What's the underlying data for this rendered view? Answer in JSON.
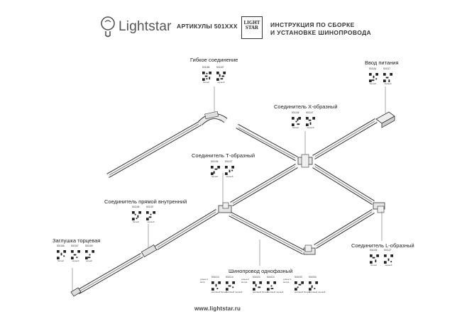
{
  "header": {
    "brand": "Lightstar",
    "articles": "АРТИКУЛЫ 501XXX",
    "ls_logo": "LIGHT STAR",
    "title_line1": "ИНСТРУКЦИЯ ПО СБОРКЕ",
    "title_line2": "И УСТАНОВКЕ ШИНОПРОВОДА"
  },
  "components": {
    "flexible": {
      "title": "Гибкое соединение",
      "codes": [
        "501156",
        "501157"
      ],
      "colors": [
        "белый",
        "черный"
      ]
    },
    "power": {
      "title": "Ввод питания",
      "codes": [
        "501116",
        "501117"
      ],
      "colors": [
        "белый",
        "черный"
      ]
    },
    "x_connector": {
      "title": "Соединитель X-образный",
      "codes": [
        "501146",
        "501147"
      ],
      "colors": [
        "белый",
        "черный"
      ]
    },
    "t_connector": {
      "title": "Соединитель Т-образный",
      "codes": [
        "501136",
        "501137"
      ],
      "colors": [
        "белый",
        "черный"
      ]
    },
    "straight": {
      "title": "Соединитель прямой внутренний",
      "codes": [
        "501106",
        "501107"
      ],
      "colors": [
        "белый",
        "черный"
      ]
    },
    "endcap": {
      "title": "Заглушка торцевая",
      "codes": [
        "502166",
        "502167",
        "502169"
      ],
      "colors": [
        "белый",
        "черный",
        "серый"
      ]
    },
    "l_connector": {
      "title": "Соединитель L-образный",
      "codes": [
        "501126",
        "501127"
      ],
      "colors": [
        "белый",
        "черный"
      ]
    },
    "track": {
      "title": "Шинопровод однофазный",
      "length_label": "длина 1 метр",
      "length_label2": "длина 2 метра",
      "length_label3": "длина 3 метра",
      "groups": [
        {
          "codes": [
            "501013",
            "501014"
          ],
          "colors": [
            "матовый белый",
            "матовый черный"
          ]
        },
        {
          "codes": [
            "501023",
            "501024"
          ],
          "colors": [
            "матовый белый",
            "матовый черный"
          ]
        },
        {
          "codes": [
            "501033",
            "501034"
          ],
          "colors": [
            "матовый белый",
            "матовый черный"
          ]
        }
      ]
    }
  },
  "footer": {
    "website": "www.lightstar.ru"
  }
}
